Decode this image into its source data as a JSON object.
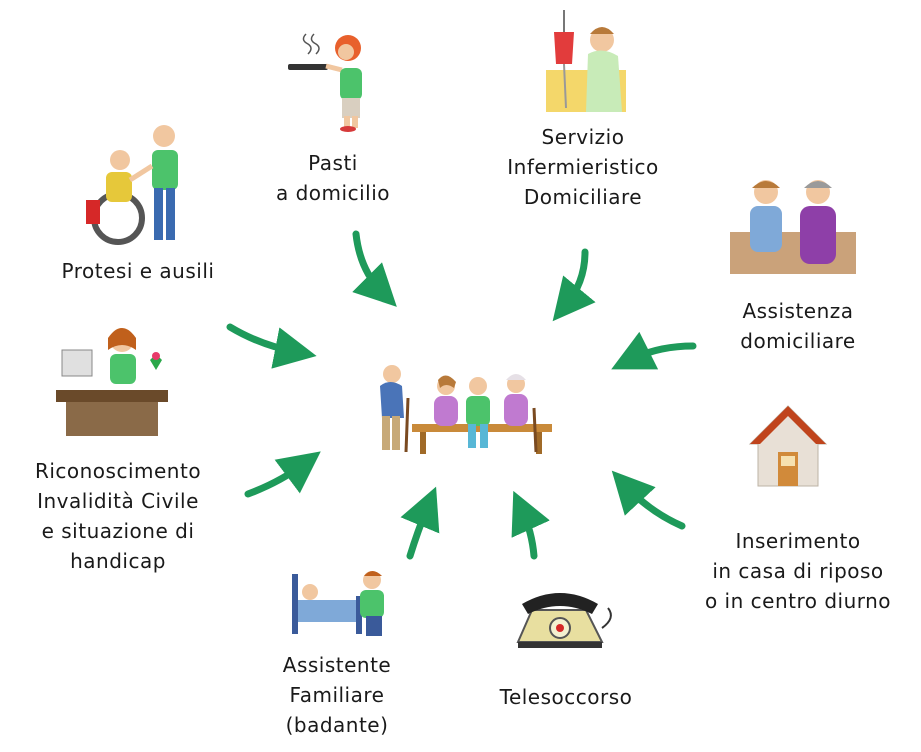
{
  "center": {
    "icon": "elderly-group-icon"
  },
  "services": [
    {
      "id": "pasti",
      "lines": [
        "Pasti",
        "a domicilio"
      ],
      "icon": "meal-delivery-icon"
    },
    {
      "id": "sid",
      "lines": [
        "Servizio",
        "Infermieristico",
        "Domiciliare"
      ],
      "icon": "nurse-icon"
    },
    {
      "id": "protesi",
      "lines": [
        "Protesi e ausili"
      ],
      "icon": "wheelchair-icon"
    },
    {
      "id": "assistenza",
      "lines": [
        "Assistenza",
        "domiciliare"
      ],
      "icon": "home-assistance-icon"
    },
    {
      "id": "invalidita",
      "lines": [
        "Riconoscimento",
        "Invalidità Civile",
        "e situazione di",
        "handicap"
      ],
      "icon": "office-clerk-icon"
    },
    {
      "id": "casa",
      "lines": [
        "Inserimento",
        "in casa di riposo",
        "o in centro diurno"
      ],
      "icon": "house-icon"
    },
    {
      "id": "badante",
      "lines": [
        "Assistente",
        "Familiare",
        "(badante)"
      ],
      "icon": "caregiver-bed-icon"
    },
    {
      "id": "telesoccorso",
      "lines": [
        "Telesoccorso"
      ],
      "icon": "telephone-icon"
    }
  ],
  "colors": {
    "arrow": "#1e9a5a",
    "text": "#1a1a1a"
  }
}
